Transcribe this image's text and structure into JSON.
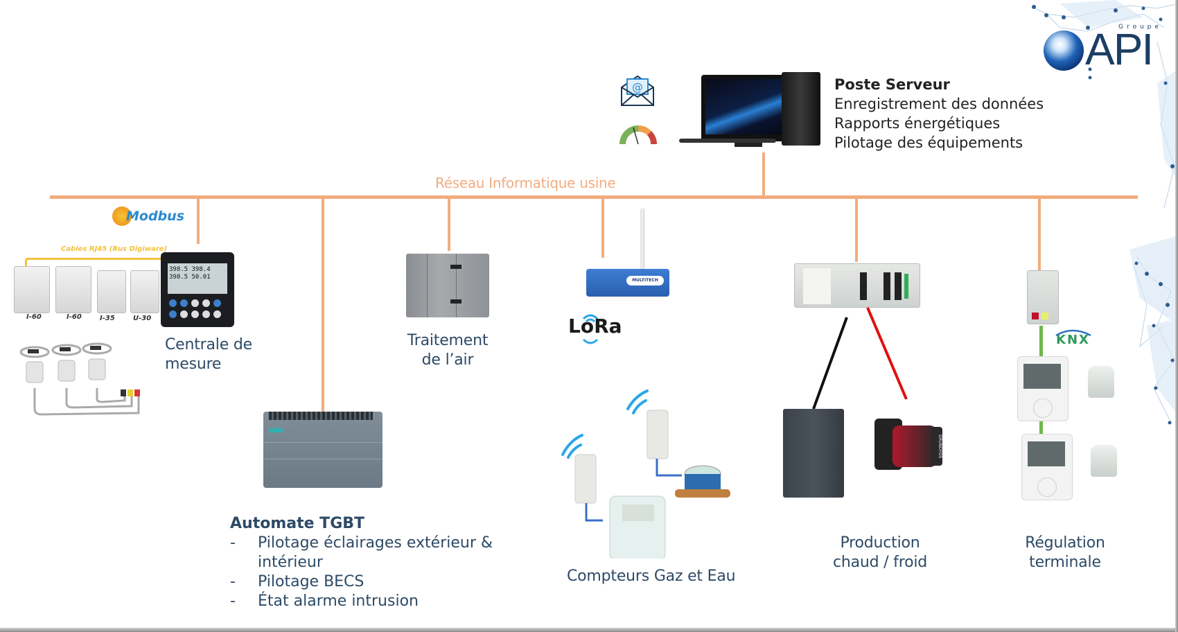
{
  "network": {
    "bus_label": "Réseau Informatique usine",
    "bus_color": "#f2ac7e"
  },
  "branding": {
    "groupe": "Groupe",
    "name": "API"
  },
  "server": {
    "title": "Poste Serveur",
    "lines": [
      "Enregistrement des données",
      "Rapports énergétiques",
      "Pilotage des équipements"
    ],
    "icons": [
      "email-icon",
      "gauge-icon"
    ]
  },
  "measure": {
    "protocol": "Modbus",
    "cable_label": "Cables RJ45 (Bus Digiware)",
    "modules": [
      "I-60",
      "I-60",
      "I-35",
      "U-30"
    ],
    "display_values": [
      "398.5",
      "398.4",
      "398.5",
      "50.01"
    ],
    "caption_line1": "Centrale de",
    "caption_line2": "mesure"
  },
  "tgbt": {
    "title": "Automate TGBT",
    "items": [
      "Pilotage éclairages extérieur &",
      "intérieur",
      "Pilotage BECS",
      "État alarme intrusion"
    ]
  },
  "air": {
    "caption_line1": "Traitement",
    "caption_line2": "de l’air"
  },
  "lora": {
    "label": "LoRa",
    "gateway_brand": "MULTITECH"
  },
  "meters": {
    "caption": "Compteurs Gaz et Eau"
  },
  "production": {
    "caption_line1": "Production",
    "caption_line2": "chaud / froid",
    "pump_brand": "GRUNDFOS"
  },
  "regulation": {
    "protocol": "KNX",
    "caption_line1": "Régulation",
    "caption_line2": "terminale"
  }
}
